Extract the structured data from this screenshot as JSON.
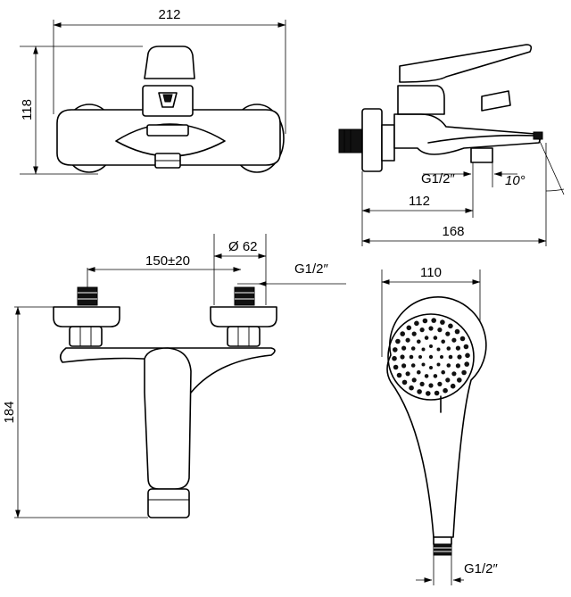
{
  "top_view": {
    "width_label": "212",
    "height_label": "118"
  },
  "side_view": {
    "thread_label": "G1/2″",
    "dim_112": "112",
    "dim_168": "168",
    "angle_label": "10°"
  },
  "front_view": {
    "diameter_label": "Ø 62",
    "spacing_label": "150±20",
    "thread_label": "G1/2″",
    "height_label": "184"
  },
  "hand_shower": {
    "width_label": "110",
    "thread_label": "G1/2″"
  }
}
